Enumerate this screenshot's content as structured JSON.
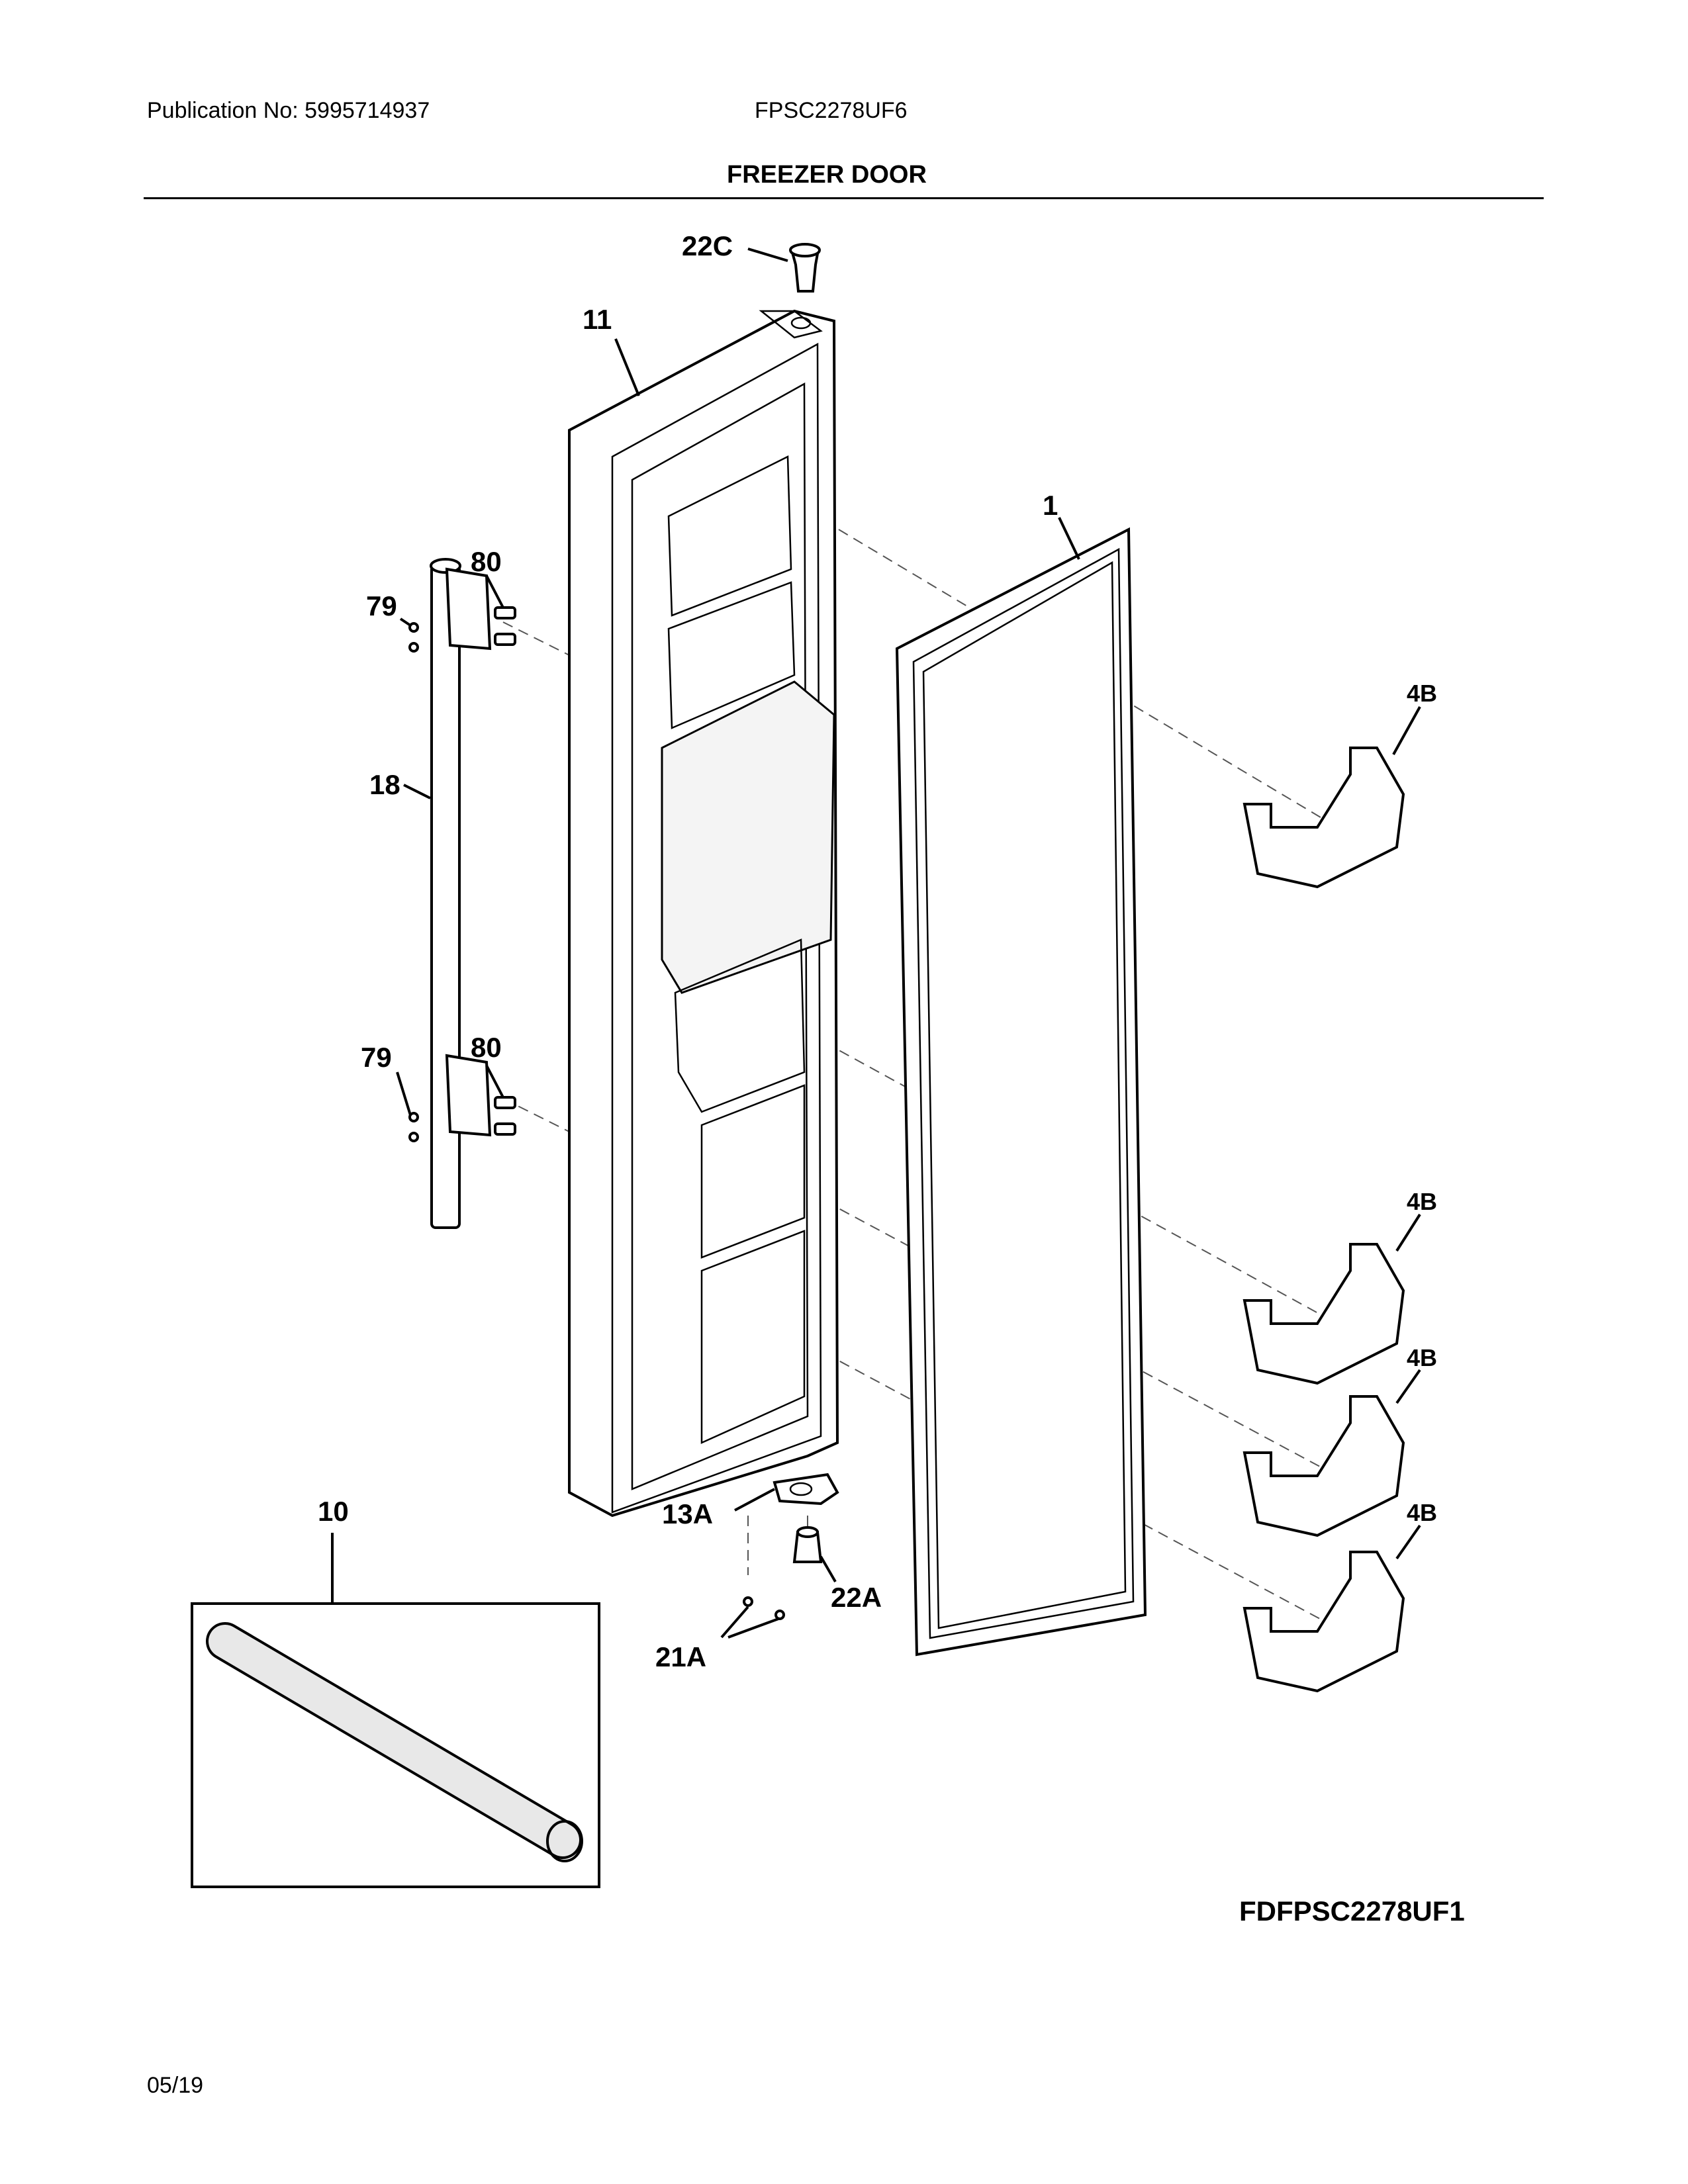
{
  "header": {
    "publication": "Publication No: 5995714937",
    "model": "FPSC2278UF6",
    "section_title": "FREEZER DOOR"
  },
  "callouts": {
    "c22c": "22C",
    "c11": "11",
    "c1": "1",
    "c80_top": "80",
    "c79_top": "79",
    "c18": "18",
    "c4b_1": "4B",
    "c79_bot": "79",
    "c80_bot": "80",
    "c4b_2": "4B",
    "c4b_3": "4B",
    "c4b_4": "4B",
    "c10": "10",
    "c13a": "13A",
    "c22a": "22A",
    "c21a": "21A"
  },
  "footer": {
    "diagram_code": "FDFPSC2278UF1",
    "date": "05/19"
  }
}
